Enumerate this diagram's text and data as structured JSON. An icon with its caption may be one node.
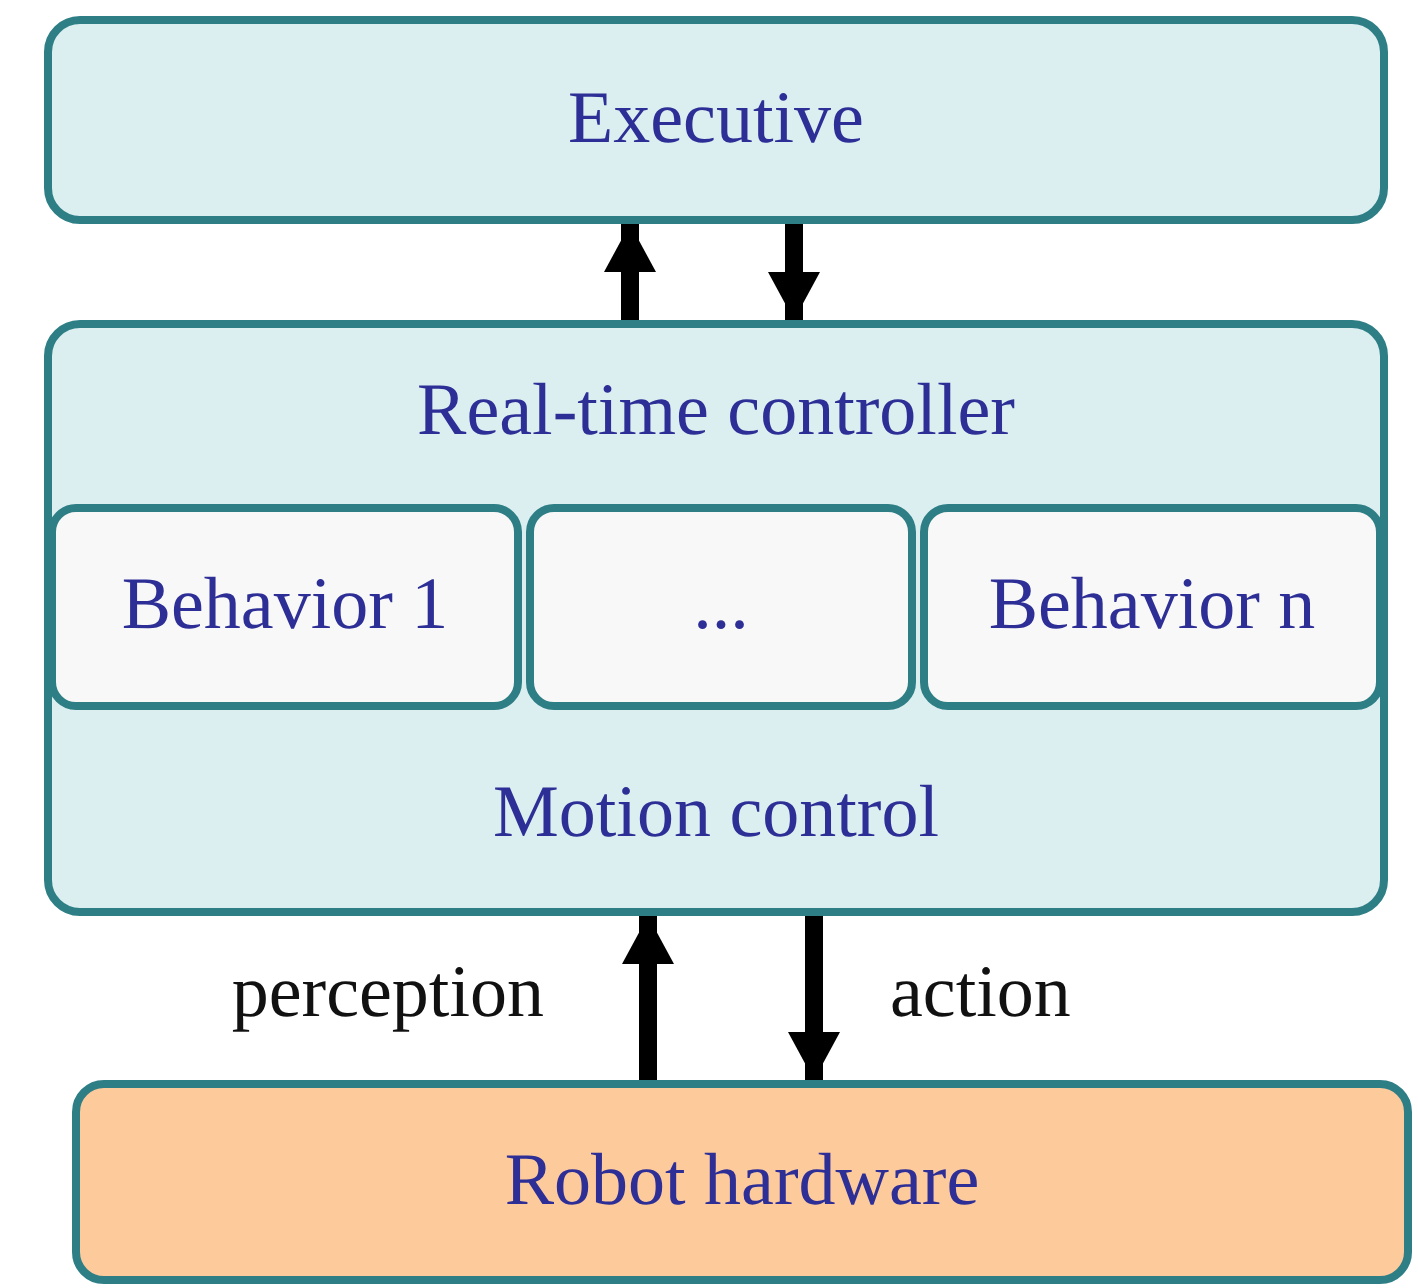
{
  "diagram": {
    "nodes": [
      {
        "text": [
          "Executive"
        ]
      },
      {
        "text": [
          "Real-time controller",
          "Motion control"
        ]
      },
      {
        "text": [
          "Behavior 1"
        ],
        "in": 1
      },
      {
        "text": [
          "..."
        ],
        "in": 1
      },
      {
        "text": [
          "Behavior n"
        ],
        "in": 1
      },
      {
        "text": [
          "Robot hardware"
        ]
      }
    ],
    "edges": [
      {
        "from": 1,
        "to": 0,
        "arrow": "to"
      },
      {
        "from": 0,
        "to": 1,
        "arrow": "to"
      },
      {
        "from": 5,
        "to": 1,
        "arrow": "to",
        "label": "perception"
      },
      {
        "from": 1,
        "to": 5,
        "arrow": "to",
        "label": "action"
      }
    ]
  }
}
